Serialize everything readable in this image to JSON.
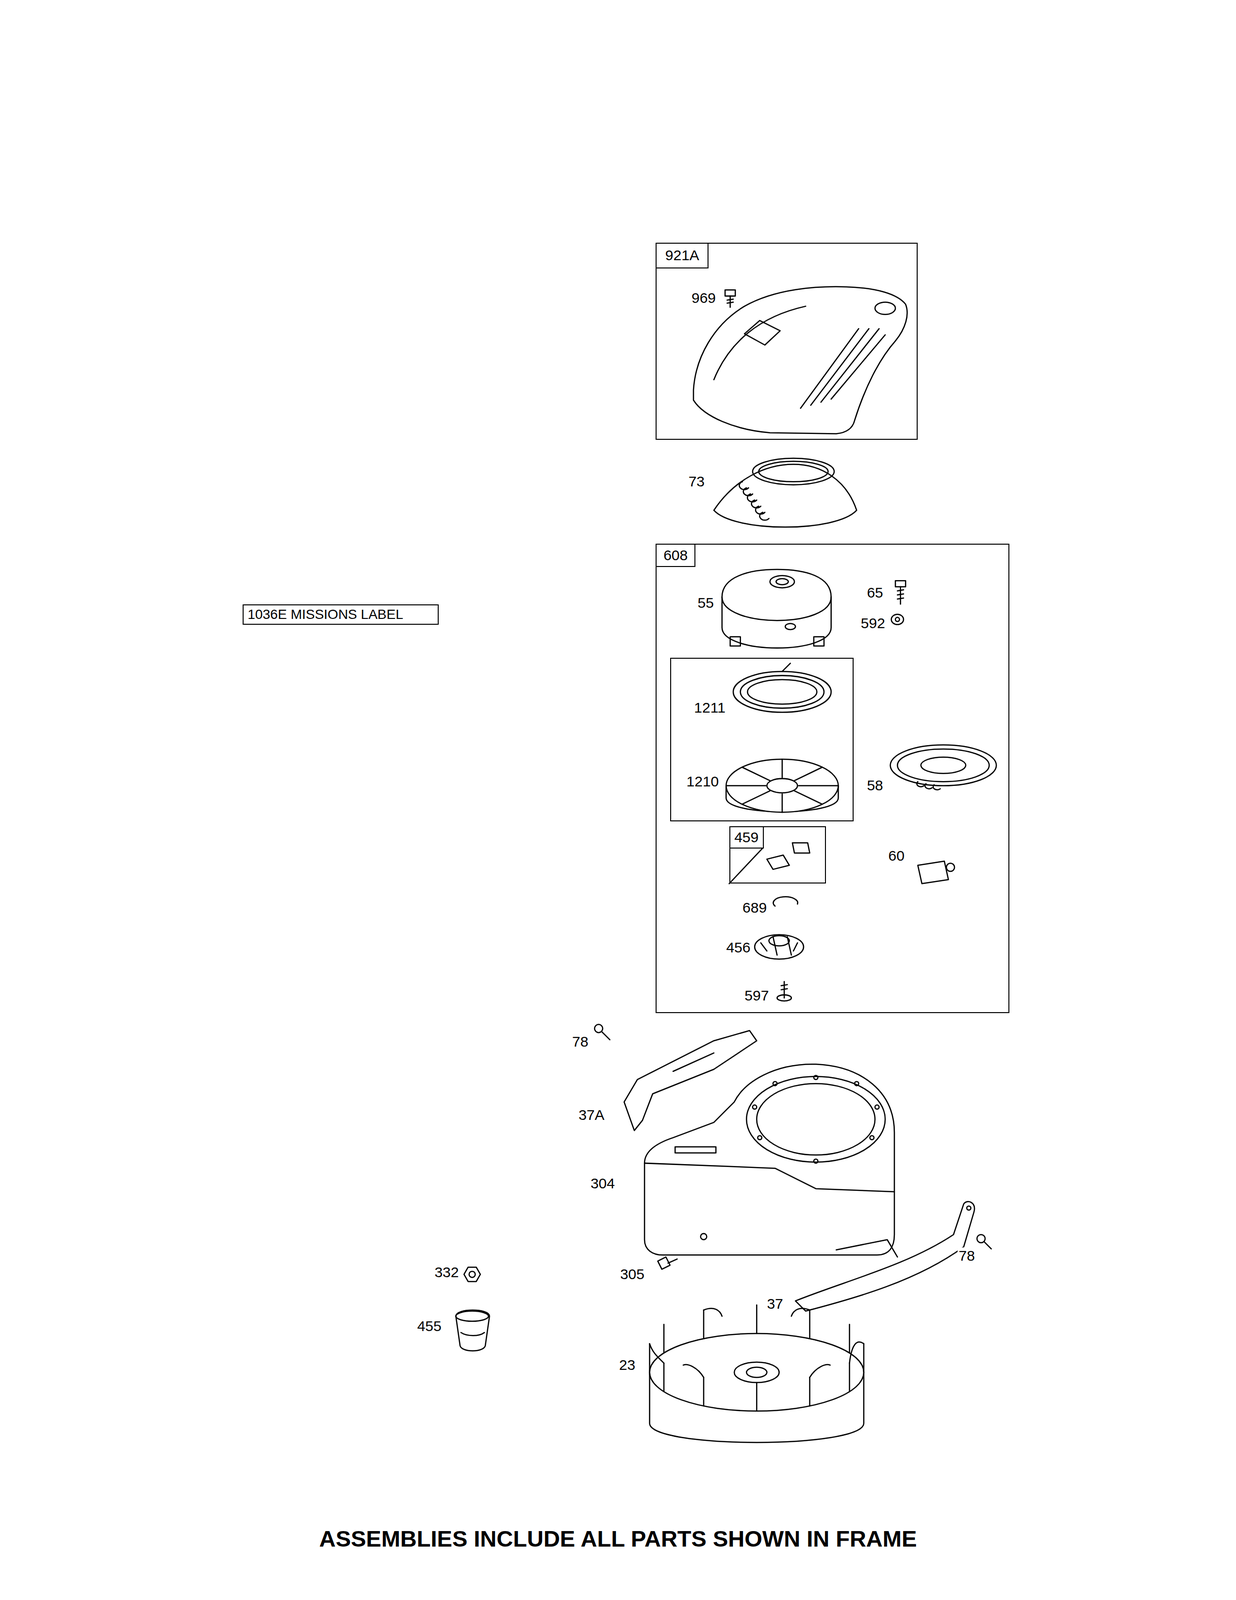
{
  "diagram": {
    "caption": "ASSEMBLIES INCLUDE ALL PARTS SHOWN IN FRAME",
    "nodes": [
      {
        "text": [
          "921A"
        ]
      },
      {
        "text": [
          "608"
        ]
      },
      {
        "text": [
          "1211",
          "1210"
        ],
        "in": 1
      },
      {
        "text": [
          "459"
        ],
        "in": 1
      },
      {
        "text": [
          "1036E MISSIONS LABEL"
        ]
      }
    ],
    "labels": [
      "969",
      "73",
      "55",
      "65",
      "592",
      "58",
      "60",
      "689",
      "456",
      "597",
      "78",
      "37A",
      "304",
      "332",
      "305",
      "78",
      "455",
      "37",
      "23"
    ]
  }
}
